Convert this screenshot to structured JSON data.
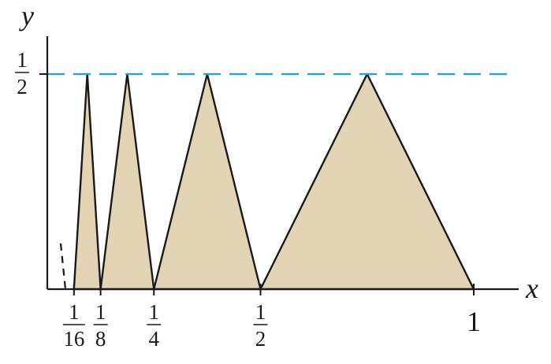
{
  "axes": {
    "x_label": "x",
    "y_label": "y"
  },
  "colors": {
    "fill": "#e2d3b4",
    "stroke": "#1a1a1a",
    "reference_line": "#1ca3dc"
  },
  "reference_line": {
    "y": 0.5
  },
  "y_tick": {
    "value": 0.5,
    "numerator": "1",
    "denominator": "2"
  },
  "x_ticks": [
    {
      "value": 0.0625,
      "numerator": "1",
      "denominator": "16"
    },
    {
      "value": 0.125,
      "numerator": "1",
      "denominator": "8"
    },
    {
      "value": 0.25,
      "numerator": "1",
      "denominator": "4"
    },
    {
      "value": 0.5,
      "numerator": "1",
      "denominator": "2"
    },
    {
      "value": 1,
      "label": "1"
    }
  ],
  "triangles": [
    {
      "base": [
        0.0625,
        0.125
      ],
      "apex": [
        0.09375,
        0.5
      ]
    },
    {
      "base": [
        0.125,
        0.25
      ],
      "apex": [
        0.1875,
        0.5
      ]
    },
    {
      "base": [
        0.25,
        0.5
      ],
      "apex": [
        0.375,
        0.5
      ]
    },
    {
      "base": [
        0.5,
        1
      ],
      "apex": [
        0.75,
        0.5
      ]
    }
  ]
}
